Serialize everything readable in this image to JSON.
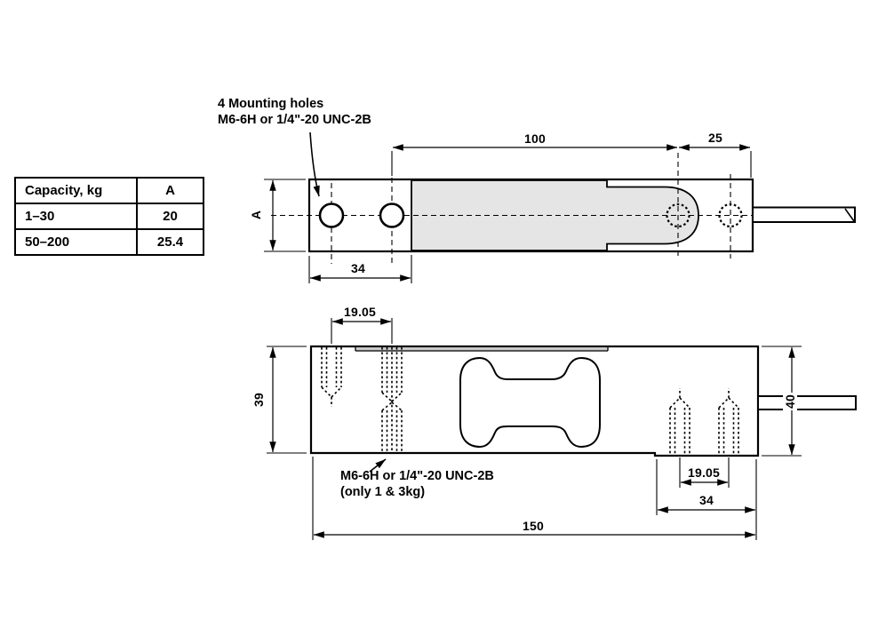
{
  "table": {
    "headers": [
      "Capacity, kg",
      "A"
    ],
    "rows": [
      [
        "1–30",
        "20"
      ],
      [
        "50–200",
        "25.4"
      ]
    ]
  },
  "callouts": {
    "mounting": {
      "line1": "4 Mounting holes",
      "line2": "M6-6H or 1/4\"-20 UNC-2B"
    },
    "thread": {
      "line1": "M6-6H or 1/4\"-20 UNC-2B",
      "line2": "(only 1 & 3kg)"
    }
  },
  "dimensions": {
    "side_view": {
      "mid_length": "100",
      "right_length": "25",
      "height": "A",
      "mount_hole_span": "34"
    },
    "plan_view": {
      "left_hole_pitch": "19.05",
      "width_left": "39",
      "width_right": "40",
      "right_hole_pitch": "19.05",
      "right_block_length": "34",
      "overall_length": "150"
    }
  },
  "colors": {
    "line": "#000000",
    "highlight_fill": "#e5e5e5",
    "recess_fill": "#c9c9c9",
    "background": "#ffffff"
  }
}
